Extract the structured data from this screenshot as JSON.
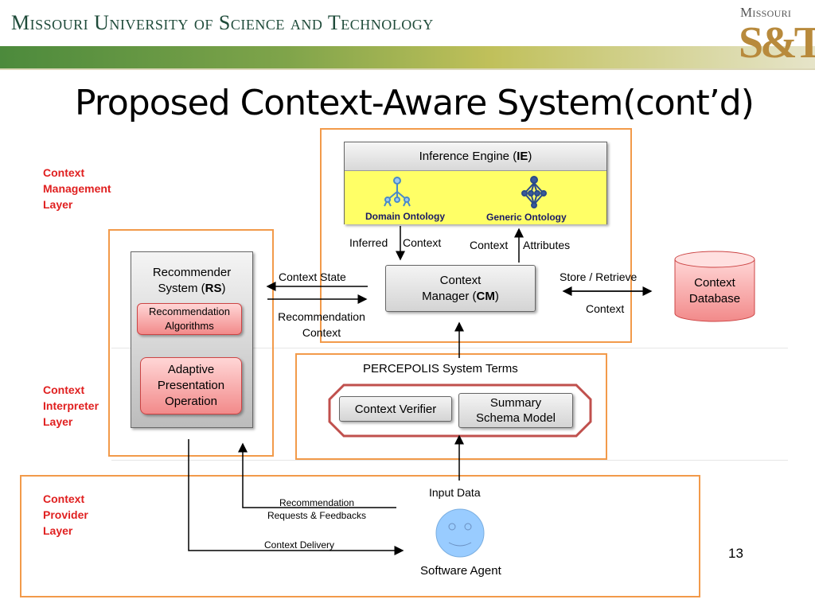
{
  "header": {
    "university": "Missouri University of Science and Technology",
    "logo_top": "Missouri",
    "logo_main": "S&T"
  },
  "slide": {
    "title": "Proposed Context-Aware System(cont’d)",
    "page_number": "13"
  },
  "layers": {
    "management": [
      "Context",
      "Management",
      "Layer"
    ],
    "interpreter": [
      "Context",
      "Interpreter",
      "Layer"
    ],
    "provider": [
      "Context",
      "Provider",
      "Layer"
    ]
  },
  "inference_engine": {
    "label_prefix": "Inference Engine (",
    "label_bold": "IE",
    "label_suffix": ")",
    "domain_ontology": "Domain Ontology",
    "generic_ontology": "Generic Ontology"
  },
  "recommender": {
    "line1": "Recommender",
    "line2_prefix": "System (",
    "line2_bold": "RS",
    "line2_suffix": ")",
    "algorithms": [
      "Recommendation",
      "Algorithms"
    ],
    "adaptive": [
      "Adaptive",
      "Presentation",
      "Operation"
    ]
  },
  "context_manager": {
    "line1": "Context",
    "line2_prefix": "Manager (",
    "line2_bold": "CM",
    "line2_suffix": ")"
  },
  "context_database": [
    "Context",
    "Database"
  ],
  "labels": {
    "inferred": "Inferred",
    "context_a": "Context",
    "context_b": "Context",
    "attributes": "Attributes",
    "context_state": "Context  State",
    "recommendation_context": [
      "Recommendation",
      "Context"
    ],
    "store_retrieve": "Store / Retrieve",
    "db_context": "Context",
    "percepolis": "PERCEPOLIS System Terms",
    "context_verifier": "Context Verifier",
    "summary_schema": [
      "Summary",
      "Schema Model"
    ],
    "input_data": "Input Data",
    "rec_requests": [
      "Recommendation",
      "Requests & Feedbacks"
    ],
    "context_delivery": "Context  Delivery",
    "software_agent": "Software Agent"
  },
  "colors": {
    "frame_orange": "#f29a4a",
    "layer_red": "#e02020",
    "ie_yellow": "#ffff66",
    "pink": "#f28a8a",
    "agent_blue": "#99ccff",
    "header_green": "#4c8a3c"
  }
}
